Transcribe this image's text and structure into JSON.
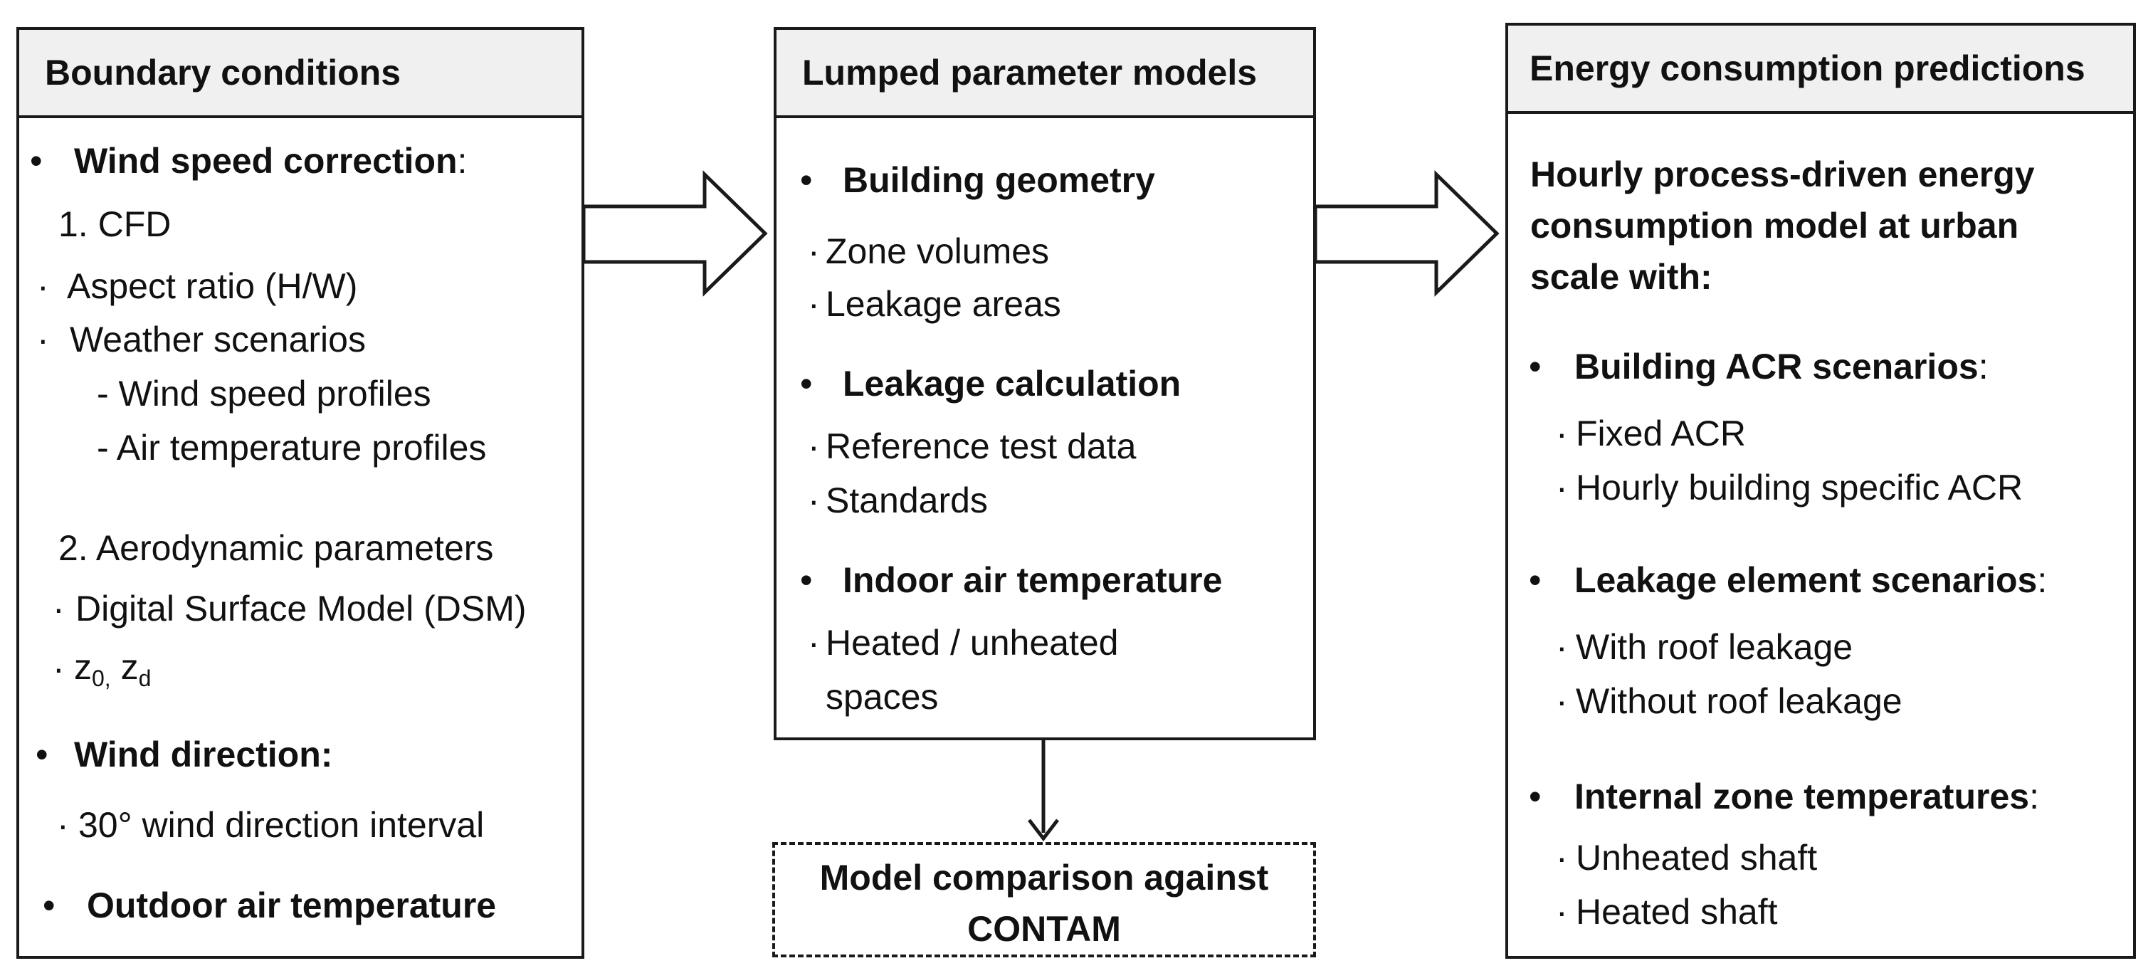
{
  "boundary": {
    "title": "Boundary conditions",
    "wind_speed": "Wind speed correction",
    "colon": ":",
    "cfd": "1. CFD",
    "aspect": "Aspect ratio (H/W)",
    "weather": "Weather scenarios",
    "wind_profiles": "- Wind speed profiles",
    "air_profiles": "- Air temperature profiles",
    "aero": "2. Aerodynamic parameters",
    "dsm": "Digital Surface Model (DSM)",
    "z0": "z",
    "z0_sub": "0,",
    "zd": " z",
    "zd_sub": "d",
    "wind_dir": "Wind direction",
    "interval": "30° wind direction interval",
    "outdoor": "Outdoor air temperature"
  },
  "lumped": {
    "title": "Lumped parameter models",
    "geometry": "Building geometry",
    "zone_volumes": "Zone volumes",
    "leak_areas": "Leakage areas",
    "leak_calc": "Leakage calculation",
    "ref_test": "Reference test data",
    "standards": "Standards",
    "indoor": "Indoor air temperature",
    "heated1": "Heated / unheated",
    "heated2": "spaces"
  },
  "comparison": {
    "line1": "Model comparison against",
    "line2": "CONTAM"
  },
  "energy": {
    "title": "Energy consumption predictions",
    "intro1": "Hourly process-driven energy",
    "intro2": "consumption model at urban",
    "intro3": "scale with:",
    "acr": "Building ACR scenarios",
    "colon": ":",
    "fixed": "Fixed ACR",
    "hourly": "Hourly building specific ACR",
    "leak_el": "Leakage element scenarios",
    "with_roof": "With roof leakage",
    "without_roof": "Without roof leakage",
    "internal": "Internal zone temperatures",
    "unheated_shaft": "Unheated shaft",
    "heated_shaft": "Heated shaft"
  },
  "bullet": "•",
  "small_bullet": "·",
  "colors": {
    "border": "#1a1a1a",
    "header_bg": "#f0f0f0"
  }
}
